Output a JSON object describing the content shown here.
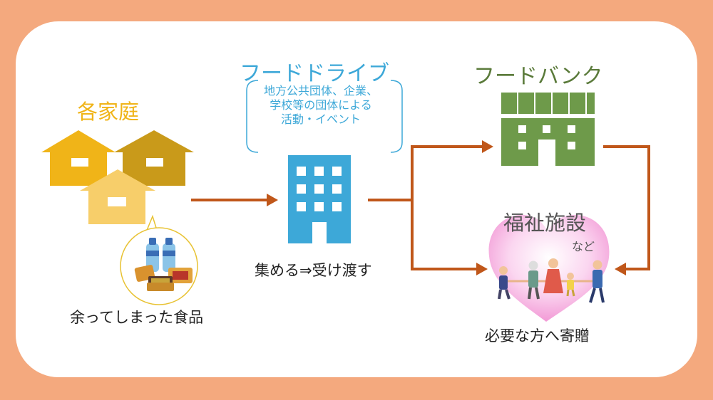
{
  "households": {
    "title": "各家庭",
    "caption": "余ってしまった食品"
  },
  "food_drive": {
    "title": "フードドライブ",
    "description": [
      "地方公共団体、企業、",
      "学校等の団体による",
      "活動・イベント"
    ],
    "caption": "集める⇒受け渡す"
  },
  "food_bank": {
    "title": "フードバンク"
  },
  "welfare": {
    "title": "福祉施設",
    "suffix": "など",
    "caption": "必要な方へ寄贈"
  },
  "colors": {
    "background": "#F4A97E",
    "households": "#F0B418",
    "food_drive": "#3DA8D8",
    "food_bank": "#6E9A4A",
    "arrow": "#C0571A",
    "heart": "#F6B4E0"
  }
}
